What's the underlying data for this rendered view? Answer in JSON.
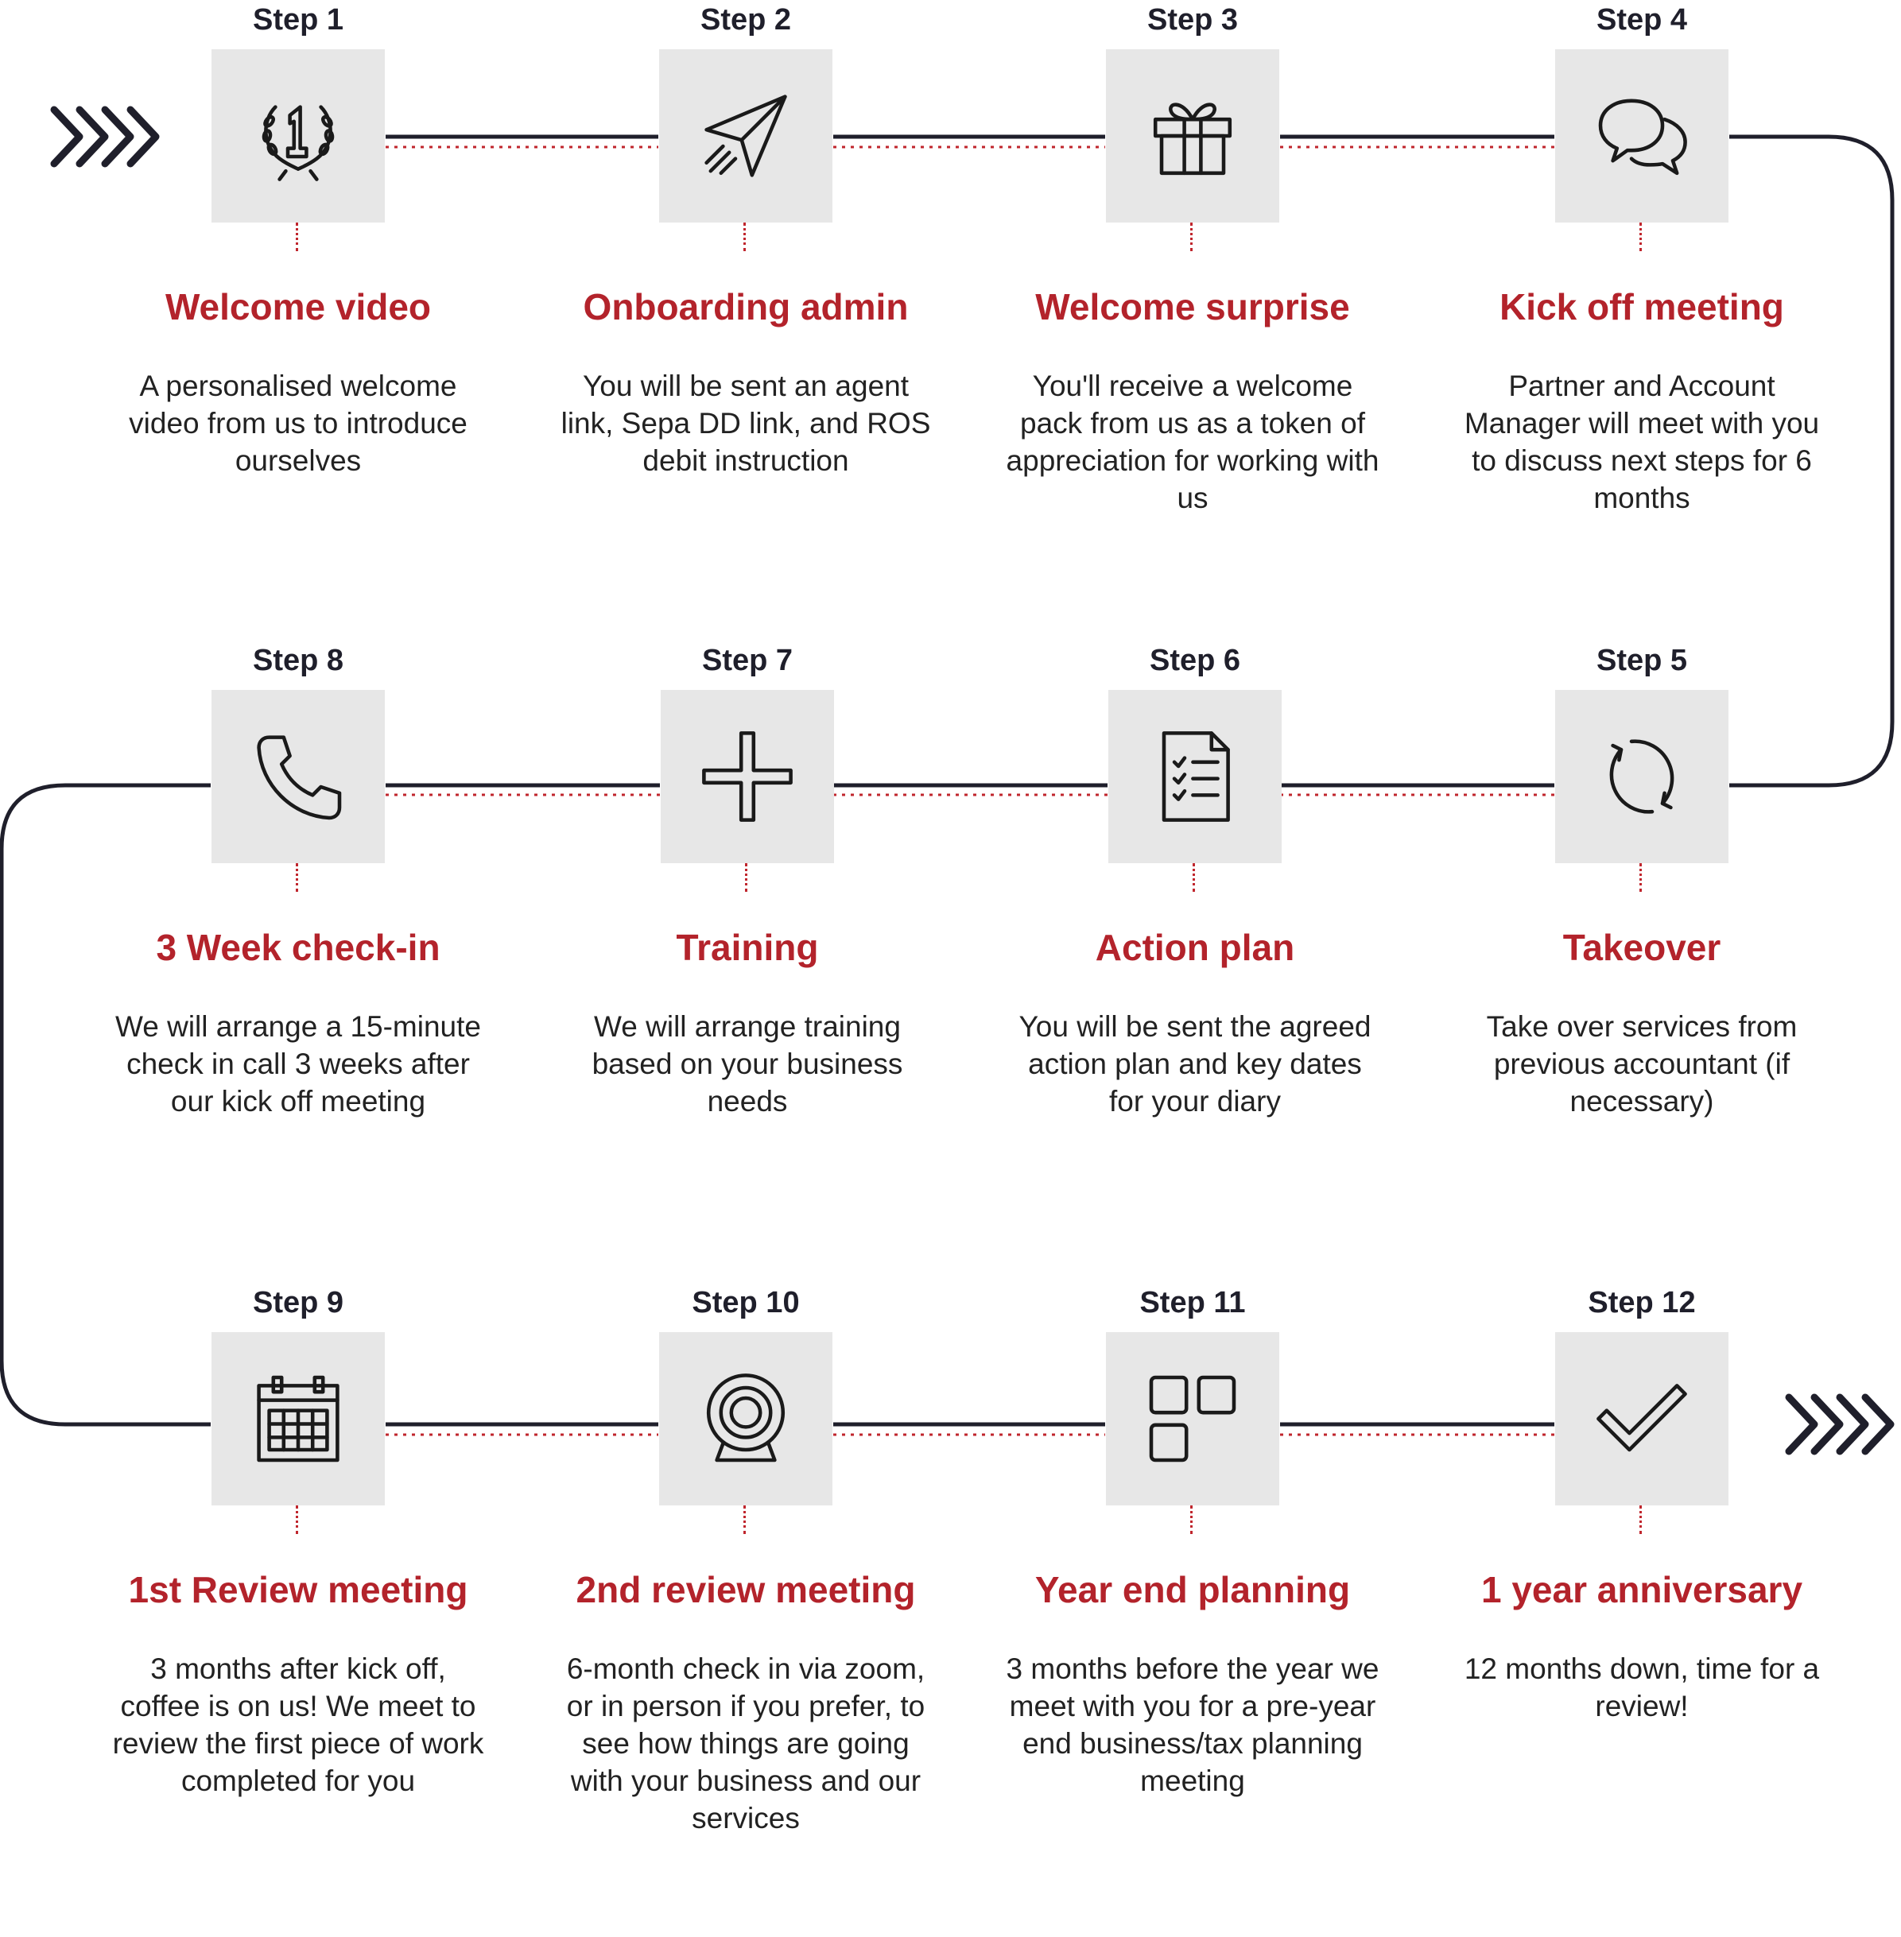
{
  "colors": {
    "accent": "#b3232b",
    "line": "#1f1f2b",
    "box": "#e7e7e7"
  },
  "steps": [
    {
      "label": "Step 1",
      "title": "Welcome video",
      "desc": "A personalised welcome video from us to introduce ourselves",
      "icon": "laurel-number-one-icon"
    },
    {
      "label": "Step 2",
      "title": "Onboarding admin",
      "desc": "You will be sent an agent link, Sepa DD link, and ROS debit instruction",
      "icon": "paper-plane-icon"
    },
    {
      "label": "Step 3",
      "title": "Welcome surprise",
      "desc": "You'll receive a welcome pack from us as a token of appreciation for working with us",
      "icon": "gift-icon"
    },
    {
      "label": "Step 4",
      "title": "Kick off meeting",
      "desc": "Partner and Account Manager will meet with you to discuss next steps for 6 months",
      "icon": "chat-bubbles-icon"
    },
    {
      "label": "Step 5",
      "title": "Takeover",
      "desc": "Take over services from previous accountant (if necessary)",
      "icon": "refresh-icon"
    },
    {
      "label": "Step 6",
      "title": "Action plan",
      "desc": "You will be sent the agreed action plan and key dates for your diary",
      "icon": "checklist-icon"
    },
    {
      "label": "Step 7",
      "title": "Training",
      "desc": "We will arrange training based on your business needs",
      "icon": "plus-icon"
    },
    {
      "label": "Step 8",
      "title": "3 Week check-in",
      "desc": "We will arrange a 15-minute check in call 3 weeks after our kick off meeting",
      "icon": "phone-icon"
    },
    {
      "label": "Step 9",
      "title": "1st Review meeting",
      "desc": "3 months after kick off, coffee is on us! We meet to review the first piece of work completed for you",
      "icon": "calendar-icon"
    },
    {
      "label": "Step 10",
      "title": "2nd review meeting",
      "desc": "6-month check in via zoom, or in person if you prefer, to see how things are going with your business and our services",
      "icon": "webcam-icon"
    },
    {
      "label": "Step 11",
      "title": "Year end planning",
      "desc": "3 months before the year we meet with you for a pre-year end business/tax planning meeting",
      "icon": "grid-squares-icon"
    },
    {
      "label": "Step 12",
      "title": "1 year anniversary",
      "desc": "12 months down, time for a review!",
      "icon": "checkmark-icon"
    }
  ]
}
